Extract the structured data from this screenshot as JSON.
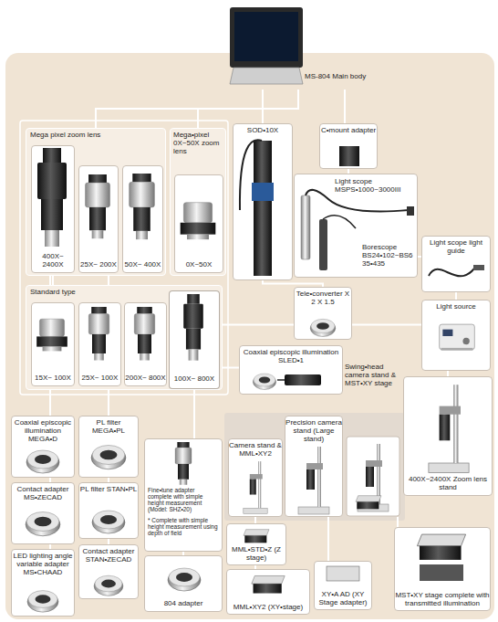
{
  "diagram": {
    "nodes": [
      {
        "text": [
          "MS-804 Main body"
        ]
      },
      {
        "text": [
          "Mega pixel zoom lens"
        ]
      },
      {
        "text": [
          "400X~ 2400X"
        ],
        "in": 1
      },
      {
        "text": [
          "25X~ 200X"
        ],
        "in": 1
      },
      {
        "text": [
          "50X~ 400X"
        ],
        "in": 1
      },
      {
        "text": [
          "Mega•pixel 0X~50X zoom lens"
        ]
      },
      {
        "text": [
          "0X~50X"
        ],
        "in": 5
      },
      {
        "text": [
          "Standard type"
        ]
      },
      {
        "text": [
          "15X~ 100X"
        ],
        "in": 7
      },
      {
        "text": [
          "25X~ 100X"
        ],
        "in": 7
      },
      {
        "text": [
          "200X~ 800X"
        ],
        "in": 7
      },
      {
        "text": [
          "100X~ 800X"
        ],
        "in": 7
      },
      {
        "text": [
          "SOD•10X"
        ]
      },
      {
        "text": [
          "C•mount adapter"
        ]
      },
      {
        "text": [
          "Light scope MSPS•1000~3000III",
          "Borescope BS24•102~BS6 35•435"
        ]
      },
      {
        "text": [
          "Light scope light guide"
        ]
      },
      {
        "text": [
          "Light source"
        ]
      },
      {
        "text": [
          "Tele•converter X 2 X 1.5"
        ]
      },
      {
        "text": [
          "Coaxial episcopic illumination SLED•1"
        ]
      },
      {
        "text": [
          "Coaxial episcopic illumination MEGA•D"
        ]
      },
      {
        "text": [
          "PL filter MEGA•PL"
        ]
      },
      {
        "text": [
          "Contact adapter MS•ZECAD"
        ]
      },
      {
        "text": [
          "PL filter STAN•PL"
        ]
      },
      {
        "text": [
          "LED lighting angle variable adapter MS•CHAAD"
        ]
      },
      {
        "text": [
          "Contact adapter STAN•ZECAD"
        ]
      },
      {
        "text": [
          "Fine•tune adapter complete with simple height measurement (Model: SHZ•20)",
          "* Complete with simple height measurement using depth of field"
        ]
      },
      {
        "text": [
          "804 adapter"
        ]
      },
      {
        "text": [
          "Camera stand & MML•XY2"
        ]
      },
      {
        "text": [
          "Precision camera stand (Large stand)"
        ]
      },
      {
        "text": [
          "Swing•head camera stand & MST•XY stage"
        ]
      },
      {
        "text": [
          "400X~2400X Zoom lens stand"
        ]
      },
      {
        "text": [
          "MML•STD•Z (Z stage)"
        ]
      },
      {
        "text": [
          "MML•XY2 (XY•stage)"
        ]
      },
      {
        "text": [
          "XY•A AD (XY Stage adapter)"
        ]
      },
      {
        "text": [
          "MST•XY stage complete with transmitted illumination"
        ]
      }
    ],
    "edges": [
      {
        "from": 0,
        "to": 1,
        "arrow": "none"
      },
      {
        "from": 0,
        "to": 5,
        "arrow": "none"
      },
      {
        "from": 0,
        "to": 12,
        "arrow": "none"
      },
      {
        "from": 0,
        "to": 13,
        "arrow": "none"
      },
      {
        "from": 13,
        "to": 14,
        "arrow": "none"
      },
      {
        "from": 14,
        "to": 15,
        "arrow": "none"
      },
      {
        "from": 15,
        "to": 16,
        "arrow": "none"
      },
      {
        "from": 12,
        "to": 17,
        "arrow": "none"
      },
      {
        "from": 7,
        "to": 18,
        "arrow": "none"
      },
      {
        "from": 1,
        "to": 19,
        "arrow": "none"
      },
      {
        "from": 1,
        "to": 20,
        "arrow": "none"
      },
      {
        "from": 1,
        "to": 21,
        "arrow": "none"
      },
      {
        "from": 1,
        "to": 23,
        "arrow": "none"
      },
      {
        "from": 7,
        "to": 22,
        "arrow": "none"
      },
      {
        "from": 7,
        "to": 24,
        "arrow": "none"
      },
      {
        "from": 11,
        "to": 25,
        "arrow": "none"
      },
      {
        "from": 25,
        "to": 26,
        "arrow": "none"
      },
      {
        "from": 27,
        "to": 31,
        "arrow": "none"
      },
      {
        "from": 27,
        "to": 32,
        "arrow": "none"
      },
      {
        "from": 28,
        "to": 33,
        "arrow": "none"
      },
      {
        "from": 29,
        "to": 34,
        "arrow": "none"
      },
      {
        "from": 2,
        "to": 30,
        "arrow": "none"
      }
    ]
  }
}
